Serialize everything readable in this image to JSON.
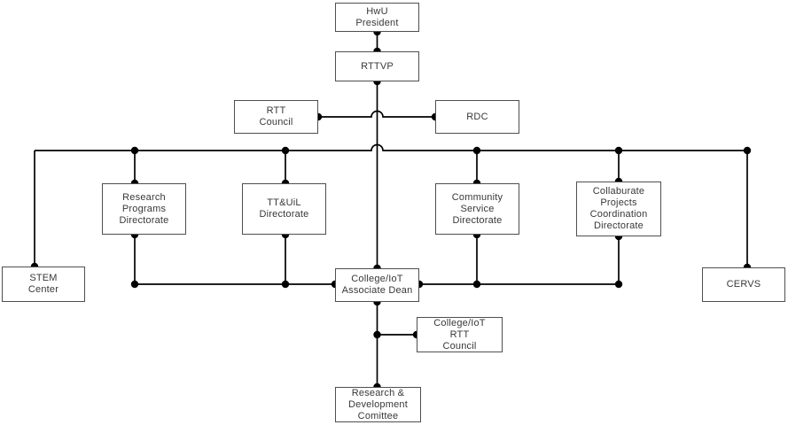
{
  "diagram": {
    "type": "org-chart",
    "nodes": {
      "president": {
        "label": "HwU\nPresident"
      },
      "rttvp": {
        "label": "RTTVP"
      },
      "rtt_council": {
        "label": "RTT\nCouncil"
      },
      "rdc": {
        "label": "RDC"
      },
      "research_programs": {
        "label": "Research\nPrograms\nDirectorate"
      },
      "ttuil": {
        "label": "TT&UiL\nDirectorate"
      },
      "community_service": {
        "label": "Community\nService\nDirectorate"
      },
      "collaburate": {
        "label": "Collaburate\nProjects\nCoordination\nDirectorate"
      },
      "stem_center": {
        "label": "STEM\nCenter"
      },
      "associate_dean": {
        "label": "College/IoT\nAssociate Dean"
      },
      "cervs": {
        "label": "CERVS"
      },
      "college_rtt_council": {
        "label": "College/IoT\nRTT\nCouncil"
      },
      "rd_comittee": {
        "label": "Research &\nDevelopment\nComittee"
      }
    },
    "edges": [
      {
        "from": "president",
        "to": "rttvp"
      },
      {
        "from": "rtt_council",
        "to": "rdc"
      },
      {
        "from": "rttvp",
        "to": "associate_dean"
      },
      {
        "from": "main-bus",
        "to": "stem_center"
      },
      {
        "from": "main-bus",
        "to": "research_programs"
      },
      {
        "from": "main-bus",
        "to": "ttuil"
      },
      {
        "from": "main-bus",
        "to": "community_service"
      },
      {
        "from": "main-bus",
        "to": "collaburate"
      },
      {
        "from": "main-bus",
        "to": "cervs"
      },
      {
        "from": "research_programs",
        "to": "associate_dean"
      },
      {
        "from": "ttuil",
        "to": "associate_dean"
      },
      {
        "from": "community_service",
        "to": "associate_dean"
      },
      {
        "from": "collaburate",
        "to": "associate_dean"
      },
      {
        "from": "associate_dean",
        "to": "college_rtt_council"
      },
      {
        "from": "associate_dean",
        "to": "rd_comittee"
      }
    ],
    "colors": {
      "line": "#000000",
      "box_border": "#4f4f4f",
      "text": "#383838",
      "background": "#ffffff"
    }
  }
}
